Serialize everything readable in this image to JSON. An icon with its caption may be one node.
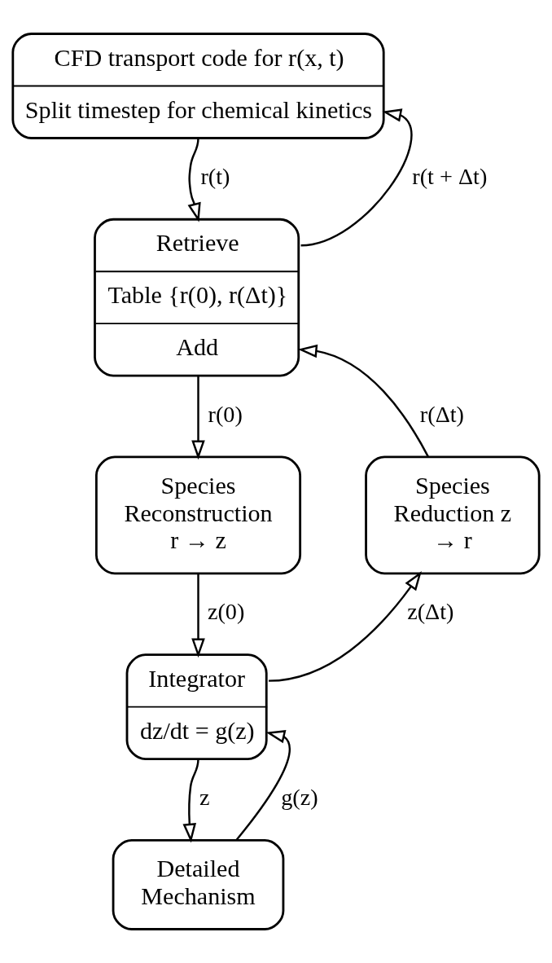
{
  "diagram": {
    "nodes": [
      {
        "text": [
          "CFD transport code for r(x, t)",
          "Split timestep for chemical kinetics"
        ]
      },
      {
        "text": [
          "Retrieve",
          "Table {r(0), r(Δt)}",
          "Add"
        ]
      },
      {
        "text": [
          "Species Reconstruction r → z"
        ]
      },
      {
        "text": [
          "Species Reduction z → r"
        ]
      },
      {
        "text": [
          "Integrator",
          "dz/dt = g(z)"
        ]
      },
      {
        "text": [
          "Detailed Mechanism"
        ]
      }
    ],
    "edges": [
      {
        "from": 0,
        "to": 1,
        "arrow": "to",
        "label": "r(t)"
      },
      {
        "from": 1,
        "to": 0,
        "arrow": "to",
        "label": "r(t + Δt)"
      },
      {
        "from": 1,
        "to": 2,
        "arrow": "to",
        "label": "r(0)"
      },
      {
        "from": 3,
        "to": 1,
        "arrow": "to",
        "label": "r(Δt)"
      },
      {
        "from": 2,
        "to": 4,
        "arrow": "to",
        "label": "z(0)"
      },
      {
        "from": 4,
        "to": 3,
        "arrow": "to",
        "label": "z(Δt)"
      },
      {
        "from": 4,
        "to": 5,
        "arrow": "to",
        "label": "z"
      },
      {
        "from": 5,
        "to": 4,
        "arrow": "to",
        "label": "g(z)"
      }
    ]
  }
}
